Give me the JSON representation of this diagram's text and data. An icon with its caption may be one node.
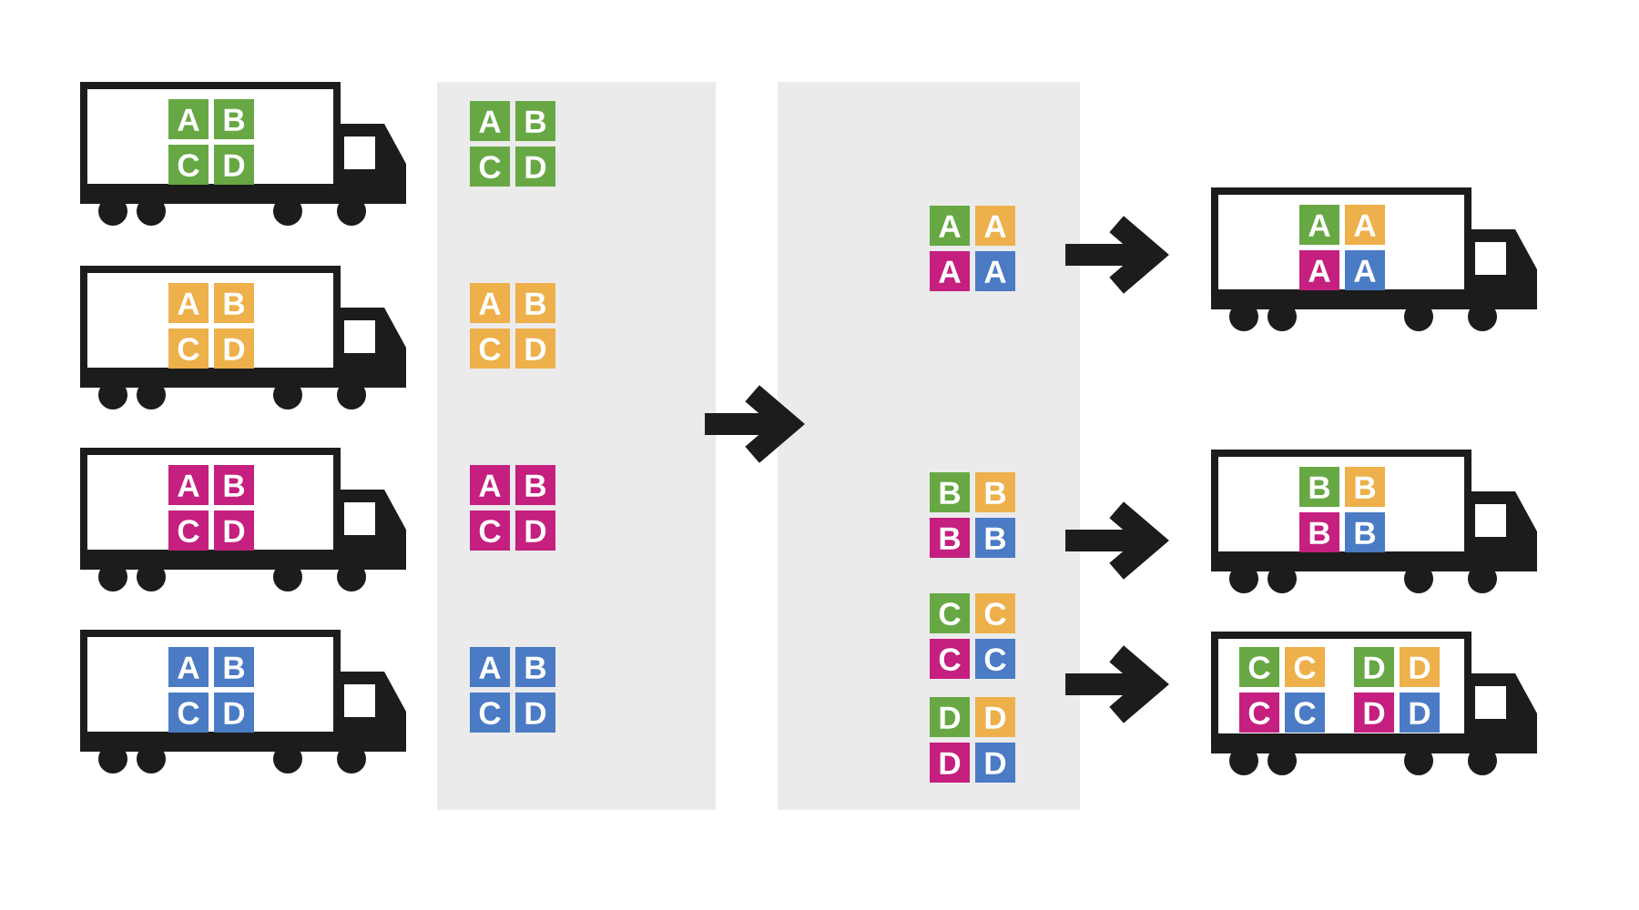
{
  "diagram": {
    "nodes": [
      {
        "text": [],
        "shape": "truck"
      },
      {
        "text": [
          "A"
        ],
        "in": 0
      },
      {
        "text": [
          "B"
        ],
        "in": 0
      },
      {
        "text": [
          "C"
        ],
        "in": 0
      },
      {
        "text": [
          "D"
        ],
        "in": 0
      },
      {
        "text": [],
        "shape": "truck"
      },
      {
        "text": [
          "A"
        ],
        "in": 5
      },
      {
        "text": [
          "B"
        ],
        "in": 5
      },
      {
        "text": [
          "C"
        ],
        "in": 5
      },
      {
        "text": [
          "D"
        ],
        "in": 5
      },
      {
        "text": [],
        "shape": "truck"
      },
      {
        "text": [
          "A"
        ],
        "in": 10
      },
      {
        "text": [
          "B"
        ],
        "in": 10
      },
      {
        "text": [
          "C"
        ],
        "in": 10
      },
      {
        "text": [
          "D"
        ],
        "in": 10
      },
      {
        "text": [],
        "shape": "truck"
      },
      {
        "text": [
          "A"
        ],
        "in": 15
      },
      {
        "text": [
          "B"
        ],
        "in": 15
      },
      {
        "text": [
          "C"
        ],
        "in": 15
      },
      {
        "text": [
          "D"
        ],
        "in": 15
      },
      {
        "text": [],
        "shape": "box"
      },
      {
        "text": [
          "A"
        ],
        "in": 20
      },
      {
        "text": [
          "B"
        ],
        "in": 20
      },
      {
        "text": [
          "C"
        ],
        "in": 20
      },
      {
        "text": [
          "D"
        ],
        "in": 20
      },
      {
        "text": [
          "A"
        ],
        "in": 20
      },
      {
        "text": [
          "B"
        ],
        "in": 20
      },
      {
        "text": [
          "C"
        ],
        "in": 20
      },
      {
        "text": [
          "D"
        ],
        "in": 20
      },
      {
        "text": [
          "A"
        ],
        "in": 20
      },
      {
        "text": [
          "B"
        ],
        "in": 20
      },
      {
        "text": [
          "C"
        ],
        "in": 20
      },
      {
        "text": [
          "D"
        ],
        "in": 20
      },
      {
        "text": [
          "A"
        ],
        "in": 20
      },
      {
        "text": [
          "B"
        ],
        "in": 20
      },
      {
        "text": [
          "C"
        ],
        "in": 20
      },
      {
        "text": [
          "D"
        ],
        "in": 20
      },
      {
        "text": [],
        "shape": "box"
      },
      {
        "text": [
          "A"
        ],
        "in": 37
      },
      {
        "text": [
          "A"
        ],
        "in": 37
      },
      {
        "text": [
          "A"
        ],
        "in": 37
      },
      {
        "text": [
          "A"
        ],
        "in": 37
      },
      {
        "text": [
          "B"
        ],
        "in": 37
      },
      {
        "text": [
          "B"
        ],
        "in": 37
      },
      {
        "text": [
          "B"
        ],
        "in": 37
      },
      {
        "text": [
          "B"
        ],
        "in": 37
      },
      {
        "text": [
          "C"
        ],
        "in": 37
      },
      {
        "text": [
          "C"
        ],
        "in": 37
      },
      {
        "text": [
          "C"
        ],
        "in": 37
      },
      {
        "text": [
          "C"
        ],
        "in": 37
      },
      {
        "text": [
          "D"
        ],
        "in": 37
      },
      {
        "text": [
          "D"
        ],
        "in": 37
      },
      {
        "text": [
          "D"
        ],
        "in": 37
      },
      {
        "text": [
          "D"
        ],
        "in": 37
      },
      {
        "text": [],
        "shape": "truck"
      },
      {
        "text": [
          "A"
        ],
        "in": 54
      },
      {
        "text": [
          "A"
        ],
        "in": 54
      },
      {
        "text": [
          "A"
        ],
        "in": 54
      },
      {
        "text": [
          "A"
        ],
        "in": 54
      },
      {
        "text": [],
        "shape": "truck"
      },
      {
        "text": [
          "B"
        ],
        "in": 59
      },
      {
        "text": [
          "B"
        ],
        "in": 59
      },
      {
        "text": [
          "B"
        ],
        "in": 59
      },
      {
        "text": [
          "B"
        ],
        "in": 59
      },
      {
        "text": [],
        "shape": "truck"
      },
      {
        "text": [
          "C"
        ],
        "in": 64
      },
      {
        "text": [
          "C"
        ],
        "in": 64
      },
      {
        "text": [
          "C"
        ],
        "in": 64
      },
      {
        "text": [
          "C"
        ],
        "in": 64
      },
      {
        "text": [
          "D"
        ],
        "in": 64
      },
      {
        "text": [
          "D"
        ],
        "in": 64
      },
      {
        "text": [
          "D"
        ],
        "in": 64
      },
      {
        "text": [
          "D"
        ],
        "in": 64
      }
    ],
    "edges": [
      {
        "from": 20,
        "to": 37,
        "arrow": "to"
      },
      {
        "from": 37,
        "to": 54,
        "arrow": "to"
      },
      {
        "from": 37,
        "to": 59,
        "arrow": "to"
      },
      {
        "from": 37,
        "to": 64,
        "arrow": "to"
      }
    ]
  }
}
